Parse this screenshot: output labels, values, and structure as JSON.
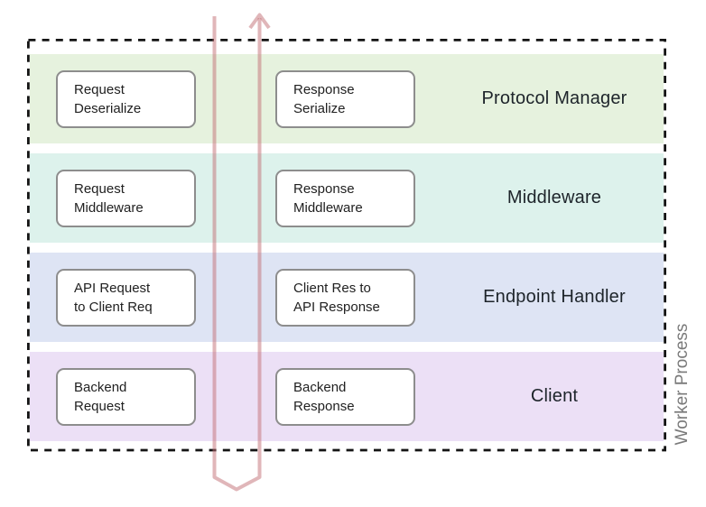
{
  "side_label": "Worker Process",
  "colors": {
    "dashed_border": "#141414",
    "box_border": "#8d8d8d",
    "arrow_stroke": "rgba(193,110,116,0.5)"
  },
  "rows": [
    {
      "label": "Protocol Manager",
      "color": "#e6f2de",
      "left_box_lines": [
        "Request",
        "Deserialize"
      ],
      "right_box_lines": [
        "Response",
        "Serialize"
      ]
    },
    {
      "label": "Middleware",
      "color": "#ddf2ec",
      "left_box_lines": [
        "Request",
        "Middleware"
      ],
      "right_box_lines": [
        "Response",
        "Middleware"
      ]
    },
    {
      "label": "Endpoint Handler",
      "color": "#dee4f4",
      "left_box_lines": [
        "API Request",
        "to Client Req"
      ],
      "right_box_lines": [
        "Client Res to",
        "API Response"
      ]
    },
    {
      "label": "Client",
      "color": "#ece0f6",
      "left_box_lines": [
        "Backend",
        "Request"
      ],
      "right_box_lines": [
        "Backend",
        "Response"
      ]
    }
  ]
}
